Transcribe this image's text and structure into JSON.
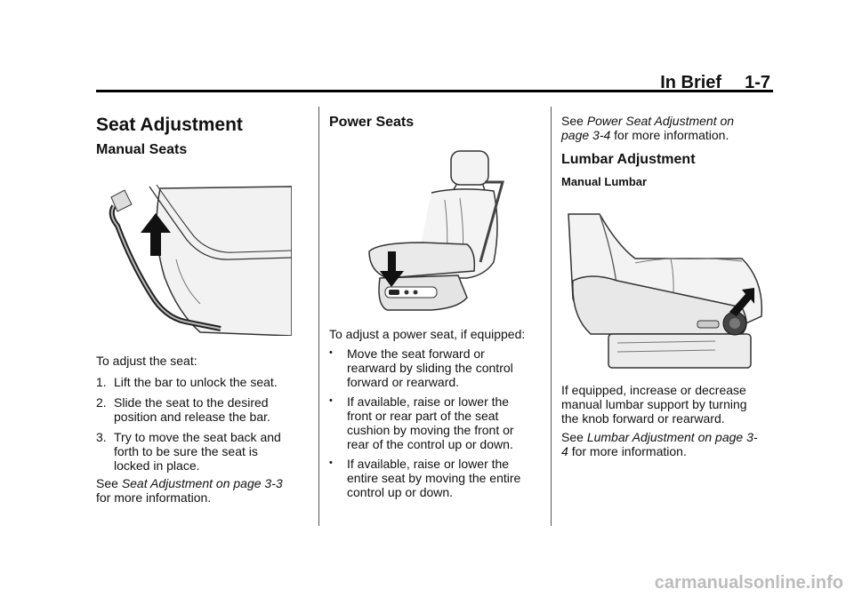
{
  "header": {
    "section": "In Brief",
    "page": "1-7"
  },
  "col1": {
    "title": "Seat Adjustment",
    "subtitle": "Manual Seats",
    "intro": "To adjust the seat:",
    "steps": [
      {
        "num": "1.",
        "text": "Lift the bar to unlock the seat."
      },
      {
        "num": "2.",
        "text": "Slide the seat to the desired position and release the bar."
      },
      {
        "num": "3.",
        "text": "Try to move the seat back and forth to be sure the seat is locked in place."
      }
    ],
    "see_prefix": "See",
    "see_ref": "Seat Adjustment on page 3-3",
    "see_suffix": "for more information."
  },
  "col2": {
    "title": "Power Seats",
    "intro": "To adjust a power seat, if equipped:",
    "bullet_glyph": "•",
    "bullets": [
      "Move the seat forward or rearward by sliding the control forward or rearward.",
      "If available, raise or lower the front or rear part of the seat cushion by moving the front or rear of the control up or down.",
      "If available, raise or lower the entire seat by moving the entire control up or down."
    ]
  },
  "col3": {
    "see1_prefix": "See",
    "see1_ref": "Power Seat Adjustment on page 3-4",
    "see1_suffix": "for more information.",
    "title": "Lumbar Adjustment",
    "subtitle": "Manual Lumbar",
    "body": "If equipped, increase or decrease manual lumbar support by turning the knob forward or rearward.",
    "see2_prefix": "See",
    "see2_ref": "Lumbar Adjustment on page 3-4",
    "see2_suffix": "for more information."
  },
  "footer": {
    "watermark": "carmanualsonline.info"
  }
}
